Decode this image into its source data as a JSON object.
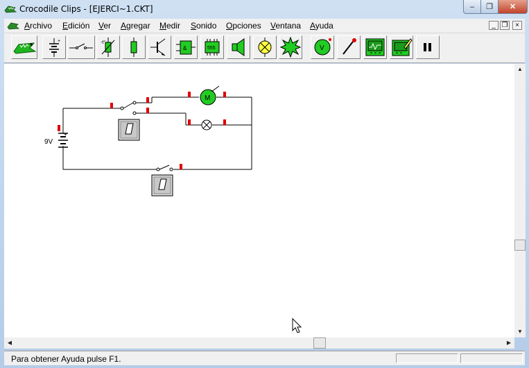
{
  "window": {
    "title": "Crocodile Clips - [EJERCI~1.CKT]",
    "min_glyph": "–",
    "max_glyph": "❐",
    "close_glyph": "✕"
  },
  "menubar": {
    "items": [
      "Archivo",
      "Edición",
      "Ver",
      "Agregar",
      "Medir",
      "Sonido",
      "Opciones",
      "Ventana",
      "Ayuda"
    ],
    "mdi_min": "_",
    "mdi_restore": "❐",
    "mdi_close": "×"
  },
  "toolbar": {
    "icons": [
      "crocodile-icon",
      "battery-icon",
      "switch-icon",
      "variable-resistor-icon",
      "resistor-icon",
      "transistor-icon",
      "logic-gate-icon",
      "chip-555-icon",
      "speaker-icon",
      "lamp-icon",
      "burst-icon",
      "voltmeter-icon",
      "probe-icon",
      "oscilloscope-icon",
      "graph-edit-icon",
      "pause-icon"
    ],
    "chip_label": "555",
    "voltmeter_label": "V"
  },
  "circuit": {
    "battery_label": "9V",
    "motor_label": "M",
    "wire_color": "#000000",
    "terminal_color": "#e00000",
    "component_green": "#22cc22",
    "lamp_yellow": "#ffff66"
  },
  "statusbar": {
    "text": "Para obtener Ayuda pulse F1."
  },
  "colors": {
    "titlebar": "#b9d1ea",
    "close_button": "#c2432b",
    "canvas": "#ffffff"
  }
}
